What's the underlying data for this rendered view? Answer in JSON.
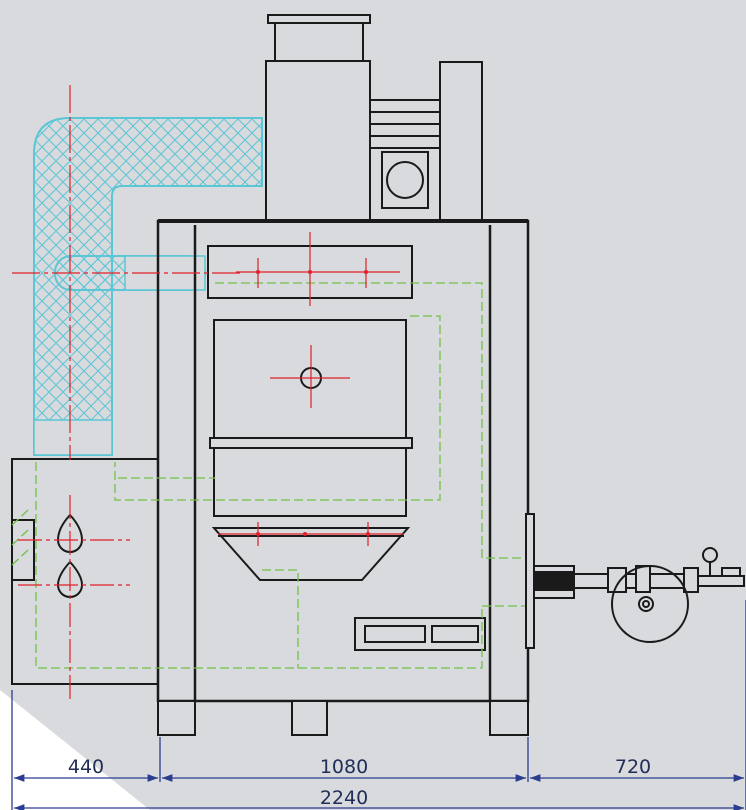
{
  "colors": {
    "background": "#d8dadd",
    "background_light": "#ffffff",
    "outline": "#1a1a1a",
    "centerline": "#e0202a",
    "hidden_line": "#72c247",
    "insulation": "#5bc6d6",
    "dimension": "#2a3d8f"
  },
  "dimensions": {
    "left_section": "440",
    "middle_section": "1080",
    "right_section": "720",
    "overall_width": "2240"
  }
}
